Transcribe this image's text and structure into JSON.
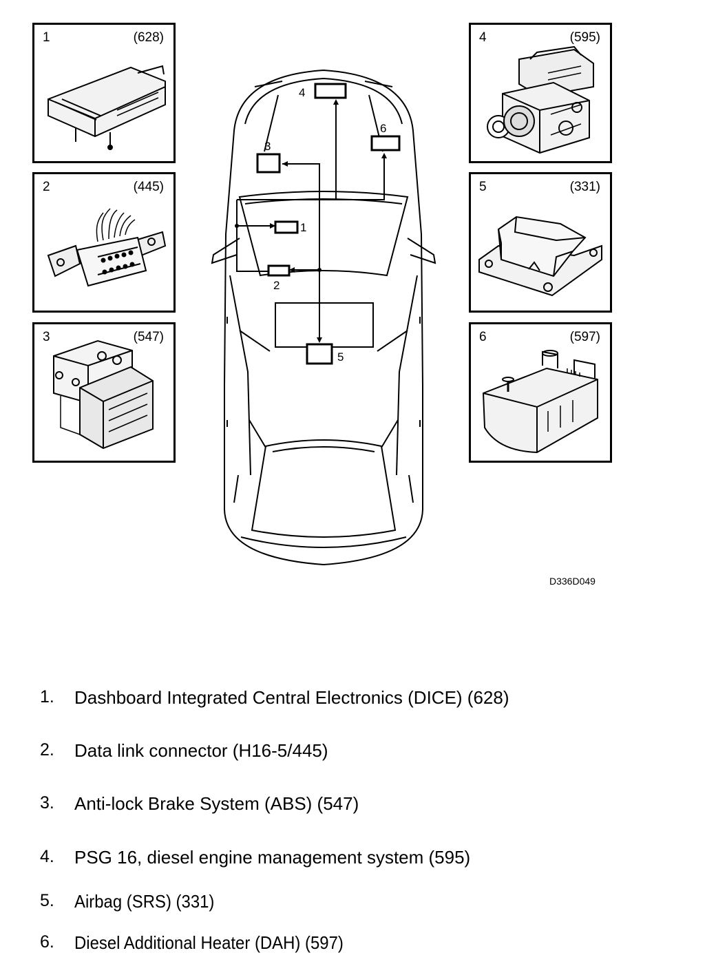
{
  "panels": [
    {
      "num": "1",
      "code": "(628)"
    },
    {
      "num": "2",
      "code": "(445)"
    },
    {
      "num": "3",
      "code": "(547)"
    },
    {
      "num": "4",
      "code": "(595)"
    },
    {
      "num": "5",
      "code": "(331)"
    },
    {
      "num": "6",
      "code": "(597)"
    }
  ],
  "car_labels": [
    "1",
    "2",
    "3",
    "4",
    "5",
    "6"
  ],
  "reference": "D336D049",
  "legend": [
    {
      "num": "1.",
      "text": "Dashboard Integrated Central Electronics (DICE) (628)"
    },
    {
      "num": "2.",
      "text": "Data link connector (H16-5/445)"
    },
    {
      "num": "3.",
      "text": "Anti-lock Brake System (ABS) (547)"
    },
    {
      "num": "4.",
      "text": "PSG 16, diesel engine management system (595)"
    },
    {
      "num": "5.",
      "text": "Airbag (SRS) (331)"
    },
    {
      "num": "6.",
      "text": "Diesel Additional Heater (DAH) (597)"
    }
  ]
}
